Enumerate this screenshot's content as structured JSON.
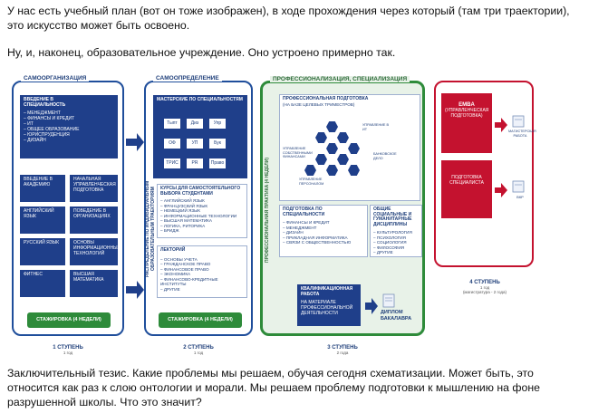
{
  "paragraphs": {
    "p1": "У нас есть учебный план (вот он тоже изображен), в ходе прохождения через который (там три траектории),\nэто искусство может быть освоено.",
    "p2": "Ну, и, наконец, образовательное учреждение. Оно устроено примерно так.",
    "p3": "Заключительный тезис. Какие проблемы мы решаем, обучая сегодня схематизации. Может быть, это\nотносится как раз к слою онтологии и морали. Мы решаем проблему подготовки к мышлению на фоне\nразрушенной школы. Что это значит?"
  },
  "diagram": {
    "col1": {
      "title": "САМООРГАНИЗАЦИЯ",
      "intro": {
        "head": "ВВЕДЕНИЕ В СПЕЦИАЛЬНОСТЬ",
        "items": [
          "– МЕНЕДЖМЕНТ",
          "– ФИНАНСЫ И КРЕДИТ",
          "– ИТ",
          "– ОБЩЕЕ ОБРАЗОВАНИЕ",
          "– ЮРИСПРУДЕНЦИЯ",
          "– ДИЗАЙН"
        ]
      },
      "tiles": [
        "ВВЕДЕНИЕ В АКАДЕМИЮ",
        "НАЧАЛЬНАЯ УПРАВЛЕНЧЕСКАЯ ПОДГОТОВКА",
        "АНГЛИЙСКИЙ ЯЗЫК",
        "ПОВЕДЕНИЕ В ОРГАНИЗАЦИЯХ",
        "РУССКИЙ ЯЗЫК",
        "ОСНОВЫ ИНФОРМАЦИОННЫХ ТЕХНОЛОГИЙ",
        "ФИТНЕС",
        "ВЫСШАЯ МАТЕМАТИКА"
      ],
      "internship": "СТАЖИРОВКА (4 НЕДЕЛИ)",
      "stage": "1 СТУПЕНЬ",
      "stage_sub": "1 год"
    },
    "col2": {
      "title": "САМООПРЕДЕЛЕНИЕ",
      "vertical": "РАСПРЕДЕЛЕНИЕ ПО ИНДИВИДУАЛЬНЫМ ОБРАЗОВАТЕЛЬНЫМ ТРАЕКТОРИЯМ",
      "workshops": {
        "head": "МАСТЕРСКИЕ ПО СПЕЦИАЛЬНОСТЯМ",
        "tiles": [
          "Тыпт",
          "Диз",
          "Упр",
          "ОФ",
          "УП",
          "Бук",
          "ТРИС",
          "PR",
          "Право"
        ]
      },
      "courses": {
        "head": "КУРСЫ ДЛЯ САМОСТОЯТЕЛЬНОГО ВЫБОРА СТУДЕНТАМИ",
        "items": [
          "– АНГЛИЙСКИЙ ЯЗЫК",
          "– ФРАНЦУЗСКИЙ ЯЗЫК",
          "– НЕМЕЦКИЙ ЯЗЫК",
          "– ИНФОРМАЦИОННЫЕ ТЕХНОЛОГИИ",
          "– ВЫСШАЯ МАТЕМАТИКА",
          "– ЛОГИКА, РИТОРИКА",
          "– БРИДЖ"
        ]
      },
      "lectures": {
        "head": "ЛЕКТОРИЙ",
        "items": [
          "– ОСНОВЫ УЧЕТА",
          "– ГРАЖДАНСКОЕ ПРАВО",
          "– ФИНАНСОВОЕ ПРАВО",
          "– ЭКОНОМИКА",
          "– ФИНАНСОВО-КРЕДИТНЫЕ ИНСТИТУТЫ",
          "– ДРУГИЕ"
        ]
      },
      "internship": "СТАЖИРОВКА (4 НЕДЕЛИ)",
      "stage": "2 СТУПЕНЬ",
      "stage_sub": "1 год"
    },
    "col3": {
      "title": "ПРОФЕССИОНАЛИЗАЦИЯ, СПЕЦИАЛИЗАЦИЯ",
      "vertical": "ПРОФЕССИОНАЛЬНАЯ ПРАКТИКА (4 НЕДЕЛИ)",
      "prof": {
        "head": "ПРОФЕССИОНАЛЬНАЯ ПОДГОТОВКА",
        "sub": "(НА БАЗЕ ЦЕЛЕВЫХ ТРИМЕСТРОВ)",
        "hex_labels": [
          "УПРАВЛЕНИЕ В ИТ",
          "УПРАВЛЕНИЕ СОБСТВЕННЫМИ ФИНАНСАМИ",
          "БАНКОВСКОЕ ДЕЛО",
          "УПРАВЛЕНИЕ ПЕРСОНАЛОМ"
        ]
      },
      "training": {
        "head": "ПОДГОТОВКА ПО СПЕЦИАЛЬНОСТИ",
        "items": [
          "– ФИНАНСЫ И КРЕДИТ",
          "– МЕНЕДЖМЕНТ",
          "– ДИЗАЙН",
          "– ПРИКЛАДНАЯ ИНФОРМАТИКА",
          "– СВЯЗИ С ОБЩЕСТВЕННОСТЬЮ"
        ]
      },
      "social": {
        "head": "ОБЩИЕ СОЦИАЛЬНЫЕ И ГУМАНИТАРНЫЕ ДИСЦИПЛИНЫ",
        "items": [
          "– КУЛЬТУРОЛОГИЯ",
          "– ПСИХОЛОГИЯ",
          "– СОЦИОЛОГИЯ",
          "– ФИЛОСОФИЯ",
          "– ДРУГИЕ"
        ]
      },
      "qual": {
        "head": "КВАЛИФИКАЦИОННАЯ РАБОТА",
        "sub": "НА МАТЕРИАЛЕ ПРОФЕССИОНАЛЬНОЙ ДЕЯТЕЛЬНОСТИ"
      },
      "diploma": "ДИПЛОМ БАКАЛАВРА",
      "stage": "3 СТУПЕНЬ",
      "stage_sub": "2 года"
    },
    "col4": {
      "emba": "EMBA",
      "emba_sub": "(УПРАВЛЕНЧЕСКАЯ ПОДГОТОВКА)",
      "master_doc": "МАГИСТЕРСКАЯ РАБОТА",
      "spec": "ПОДГОТОВКА СПЕЦИАЛИСТА",
      "vkr_doc": "ВКР",
      "stage": "4 СТУПЕНЬ",
      "stage_sub": "1 год",
      "stage_sub2": "(магистратура - 2 года)"
    }
  },
  "colors": {
    "blue": "#1f3f8a",
    "green": "#2e8b3a",
    "red": "#c4122f",
    "panel_border": "#1f4e9b"
  }
}
